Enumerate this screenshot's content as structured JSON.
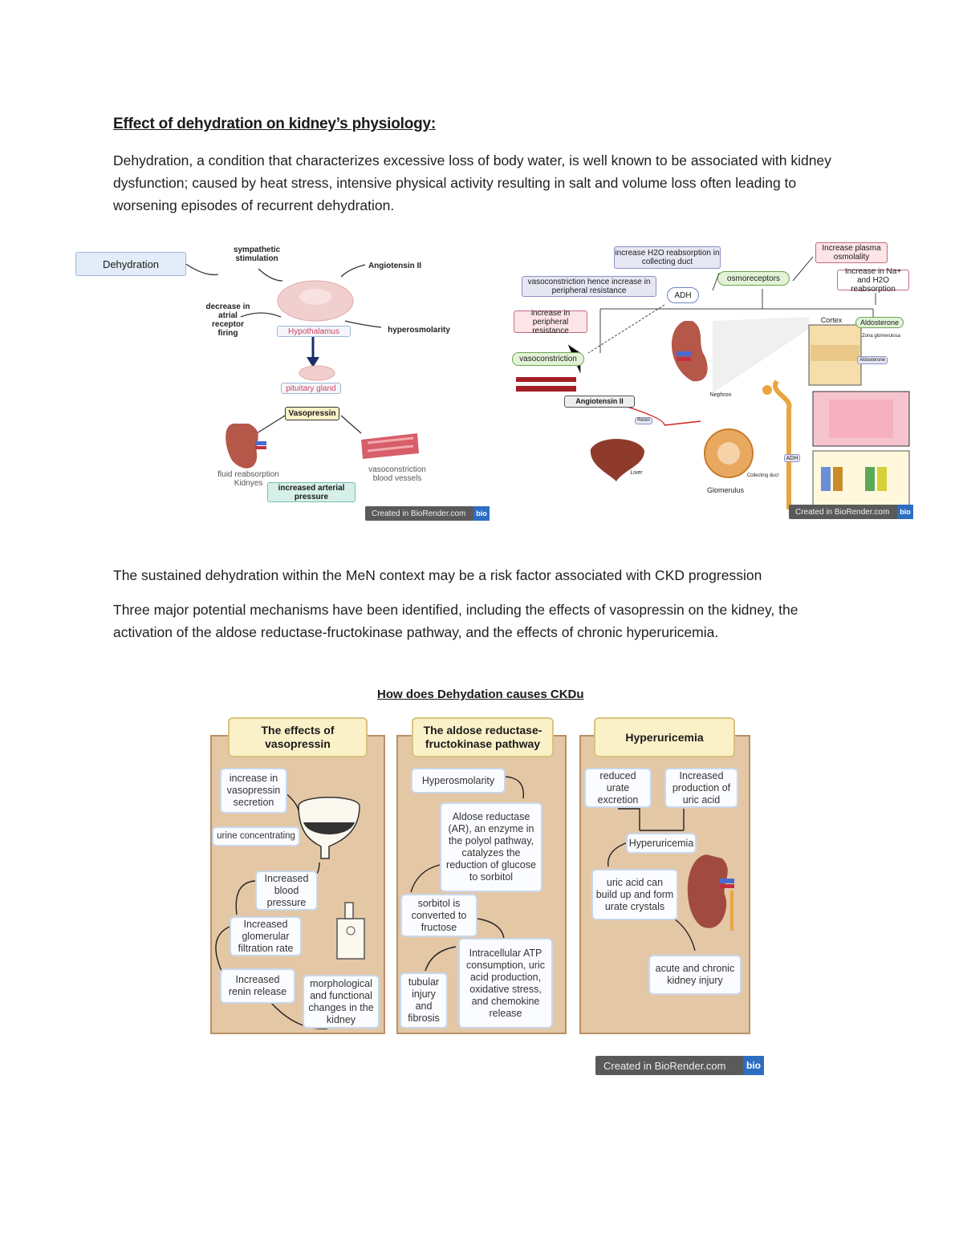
{
  "doc": {
    "heading": "Effect of dehydration on kidney’s physiology:",
    "para1": "Dehydration, a condition that characterizes excessive loss of body water, is well known to be associated with kidney dysfunction; caused by heat stress, intensive physical activity resulting in salt and volume loss often leading to worsening episodes of recurrent dehydration.",
    "para2": "The sustained dehydration within the MeN context may be a risk factor associated with CKD progression",
    "para3": "Three major potential mechanisms have been identified, including the effects of vasopressin on the kidney, the activation of the aldose reductase-fructokinase pathway, and the effects of chronic hyperuricemia."
  },
  "fig1": {
    "dehydration": "Dehydration",
    "sympathetic": "sympathetic stimulation",
    "angiotensin": "Angiotensin II",
    "decrease": "decrease in atrial receptor firing",
    "hypothalamus": "Hypothalamus",
    "hyperosmolarity": "hyperosmolarity",
    "pituitary": "pituitary gland",
    "vasopressin": "Vasopressin",
    "fluid": "fluid reabsorption Kidnyes",
    "vasoconstriction": "vasoconstriction blood vessels",
    "arterial": "increased arterial pressure",
    "badge": "Created in BioRender.com",
    "bio": "bio"
  },
  "fig2": {
    "h2o_reabs": "increase H2O reabsorption in collecting duct",
    "plasma": "Increase plasma osmolality",
    "na_h2o": "Increase in Na+ and H2O reabsorption",
    "vasoconstriction_hence": "vasoconstriction hence increase in peripheral resistance",
    "osmoreceptors": "osmoreceptors",
    "adh": "ADH",
    "adh2": "ADH",
    "periph": "increase in peripheral resistance",
    "vasoconstriction": "vasoconstriction",
    "cortex": "Cortex",
    "aldosterone": "Aldosterone",
    "zona": "Zona glomerulosa",
    "aldo_small": "Aldosterone",
    "angiotensin": "Angiotensin II",
    "nephron": "Nephron",
    "renin": "Renin",
    "liver": "Liver",
    "glomerulus": "Glomerulus",
    "collecting": "Collecting duct",
    "badge": "Created in BioRender.com",
    "bio": "bio"
  },
  "fig3": {
    "title": "How does Dehydation causes CKDu",
    "col1": {
      "title": "The effects of vasopressin",
      "n1": "increase in vasopressin secretion",
      "n2": "urine concentrating",
      "n3": "Increased blood pressure",
      "n4": "Increased glomerular filtration rate",
      "n5": "Increased renin release",
      "n6": "morphological and functional changes in the kidney"
    },
    "col2": {
      "title": "The aldose reductase-fructokinase pathway",
      "n1": "Hyperosmolarity",
      "n2": "Aldose reductase (AR), an enzyme in the polyol pathway, catalyzes the reduction of glucose to sorbitol",
      "n3": "sorbitol is converted to fructose",
      "n4": "Intracellular ATP consumption, uric acid production, oxidative stress, and chemokine release",
      "n5": "tubular injury and fibrosis"
    },
    "col3": {
      "title": "Hyperuricemia",
      "n1": "reduced urate excretion",
      "n2": "Increased production of uric acid",
      "n3": "Hyperuricemia",
      "n4": "uric acid can build up and form urate crystals",
      "n5": "acute and chronic kidney injury"
    },
    "badge": "Created in BioRender.com",
    "bio": "bio"
  }
}
